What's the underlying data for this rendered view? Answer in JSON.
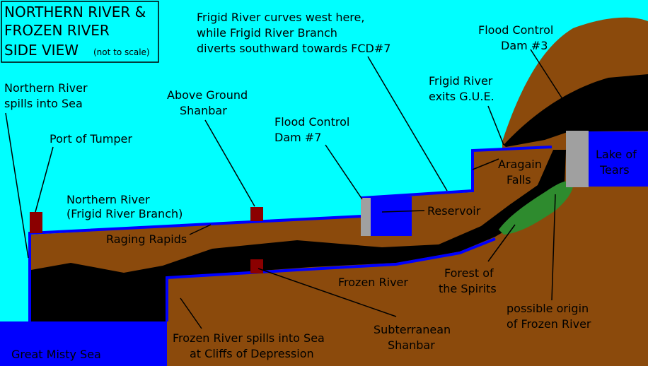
{
  "title": {
    "line1": "NORTHERN RIVER &",
    "line2": "FROZEN RIVER",
    "line3": "SIDE VIEW",
    "note": "(not to scale)"
  },
  "labels": {
    "frigid_curves": [
      "Frigid River curves west here,",
      "while Frigid River Branch",
      "diverts southward towards FCD#7"
    ],
    "dam3": [
      "Flood Control",
      "Dam #3"
    ],
    "frigid_exits": [
      "Frigid River",
      "exits G.U.E."
    ],
    "northern_spills": [
      "Northern River",
      "spills into Sea"
    ],
    "above_shanbar": [
      "Above Ground",
      "Shanbar"
    ],
    "dam7": [
      "Flood Control",
      "Dam #7"
    ],
    "port": "Port of Tumper",
    "aragain": [
      "Aragain",
      "Falls"
    ],
    "lake": [
      "Lake of",
      "Tears"
    ],
    "northern_river": [
      "Northern River",
      "(Frigid River Branch)"
    ],
    "reservoir": "Reservoir",
    "rapids": "Raging Rapids",
    "frozen_river": "Frozen River",
    "forest": [
      "Forest of",
      "the Spirits"
    ],
    "origin": [
      "possible origin",
      "of Frozen River"
    ],
    "sub_shanbar": [
      "Subterranean",
      "Shanbar"
    ],
    "frozen_spills": [
      "Frozen River spills into Sea",
      "at Cliffs of Depression"
    ],
    "sea": "Great Misty Sea"
  },
  "colors": {
    "sky": "#00ffff",
    "earth": "#8b4a0c",
    "cave": "#000000",
    "water": "#0000ff",
    "dam": "#a0a0a0",
    "marker": "#8b0000",
    "forest": "#2e8b2e"
  }
}
